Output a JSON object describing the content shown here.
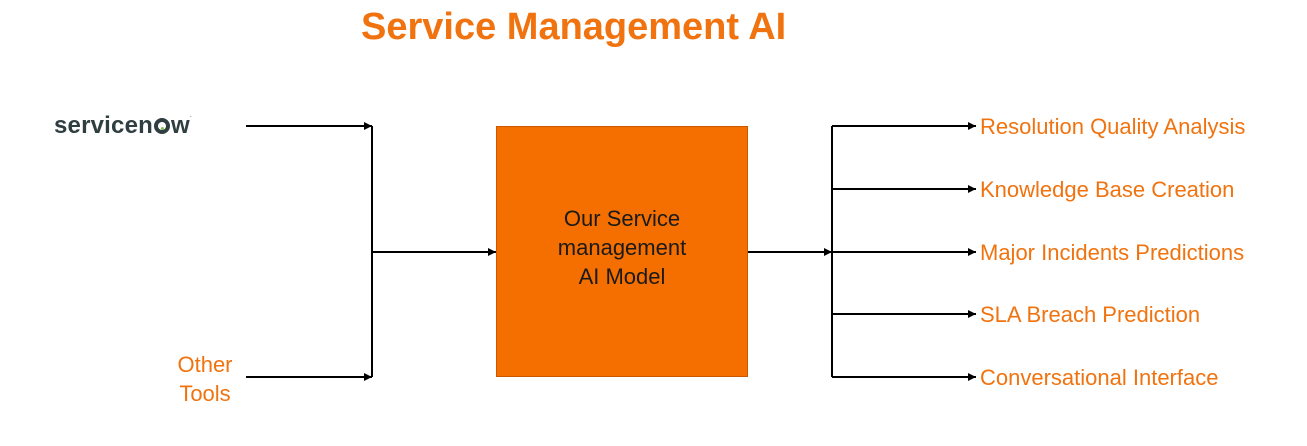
{
  "title": "Service Management AI",
  "inputs": {
    "servicenow_logo_text": "servicenow",
    "other_tools": [
      "Other",
      "Tools"
    ]
  },
  "model": {
    "lines": [
      "Our Service",
      "management",
      "AI Model"
    ],
    "fill_color": "#f56f00"
  },
  "outputs": [
    "Resolution Quality Analysis",
    "Knowledge Base Creation",
    "Major Incidents Predictions",
    "SLA Breach Prediction",
    "Conversational Interface"
  ],
  "colors": {
    "accent": "#f0730f",
    "logo_dark": "#2f3e40",
    "logo_green": "#7ec14a"
  }
}
